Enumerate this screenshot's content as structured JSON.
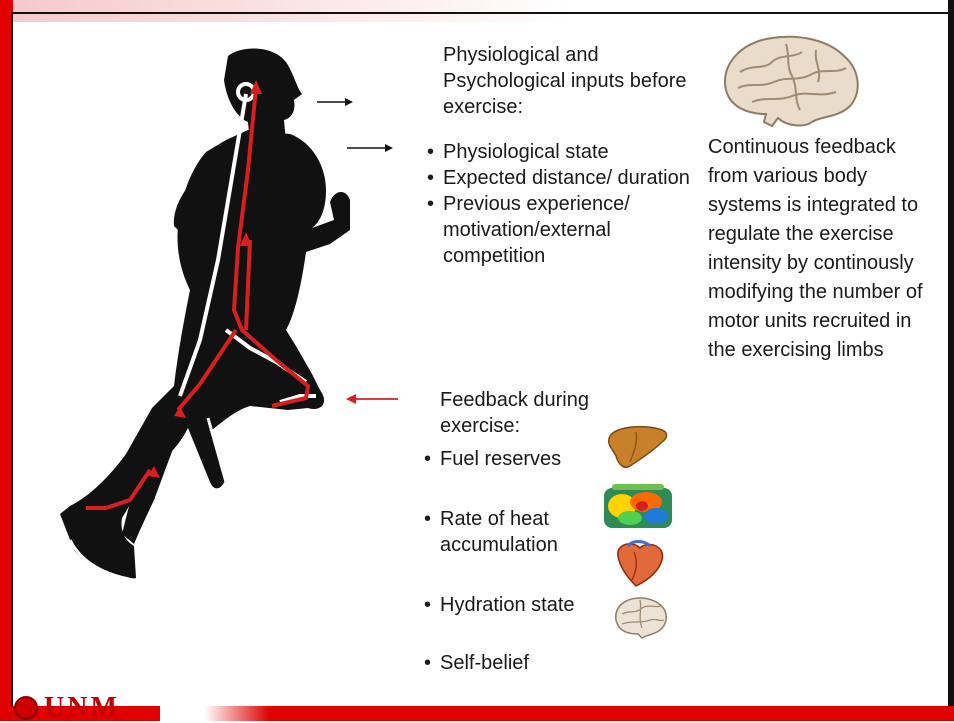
{
  "inputs": {
    "heading": "Physiological and Psychological inputs before exercise:",
    "items": [
      "Physiological state",
      "Expected distance/ duration",
      "Previous experience/ motivation/external competition"
    ]
  },
  "feedback": {
    "heading": "Feedback during exercise:",
    "items": [
      "Fuel reserves",
      "Rate of heat accumulation",
      "Hydration state",
      "Self-belief"
    ]
  },
  "brain_text": "Continuous feedback from various body systems is integrated to regulate the exercise intensity by continously modifying the number of motor units recruited in the exercising limbs",
  "footer": {
    "logo": "UNM"
  },
  "colors": {
    "accent": "#e00000",
    "feedback_arrow": "#d81f1f",
    "signal_white": "#ffffff",
    "silhouette": "#111111"
  },
  "icons": [
    "brain-icon",
    "liver-icon",
    "heat-map-icon",
    "heart-icon",
    "small-brain-icon",
    "runner-silhouette"
  ]
}
